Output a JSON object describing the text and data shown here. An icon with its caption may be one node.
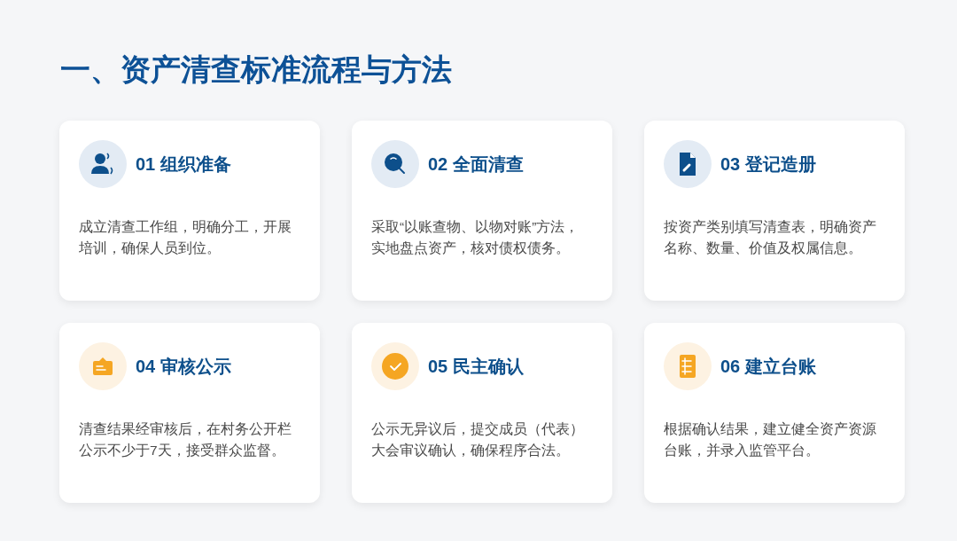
{
  "diagram": {
    "title": "一、资产清查标准流程与方法",
    "nodes": [
      {
        "text": [
          "01 组织准备",
          "成立清查工作组，明确分工，开展培训，确保人员到位。"
        ]
      },
      {
        "text": [
          "02 全面清查",
          "采取“以账查物、以物对账”方法，实地盘点资产，核对债权债务。"
        ]
      },
      {
        "text": [
          "03 登记造册",
          "按资产类别填写清查表，明确资产名称、数量、价值及权属信息。"
        ]
      },
      {
        "text": [
          "04 审核公示",
          "清查结果经审核后，在村务公开栏公示不少于7天，接受群众监督。"
        ]
      },
      {
        "text": [
          "05 民主确认",
          "公示无异议后，提交成员（代表）大会审议确认，确保程序合法。"
        ]
      },
      {
        "text": [
          "06 建立台账",
          "根据确认结果，建立健全资产资源台账，并录入监管平台。"
        ]
      }
    ]
  }
}
